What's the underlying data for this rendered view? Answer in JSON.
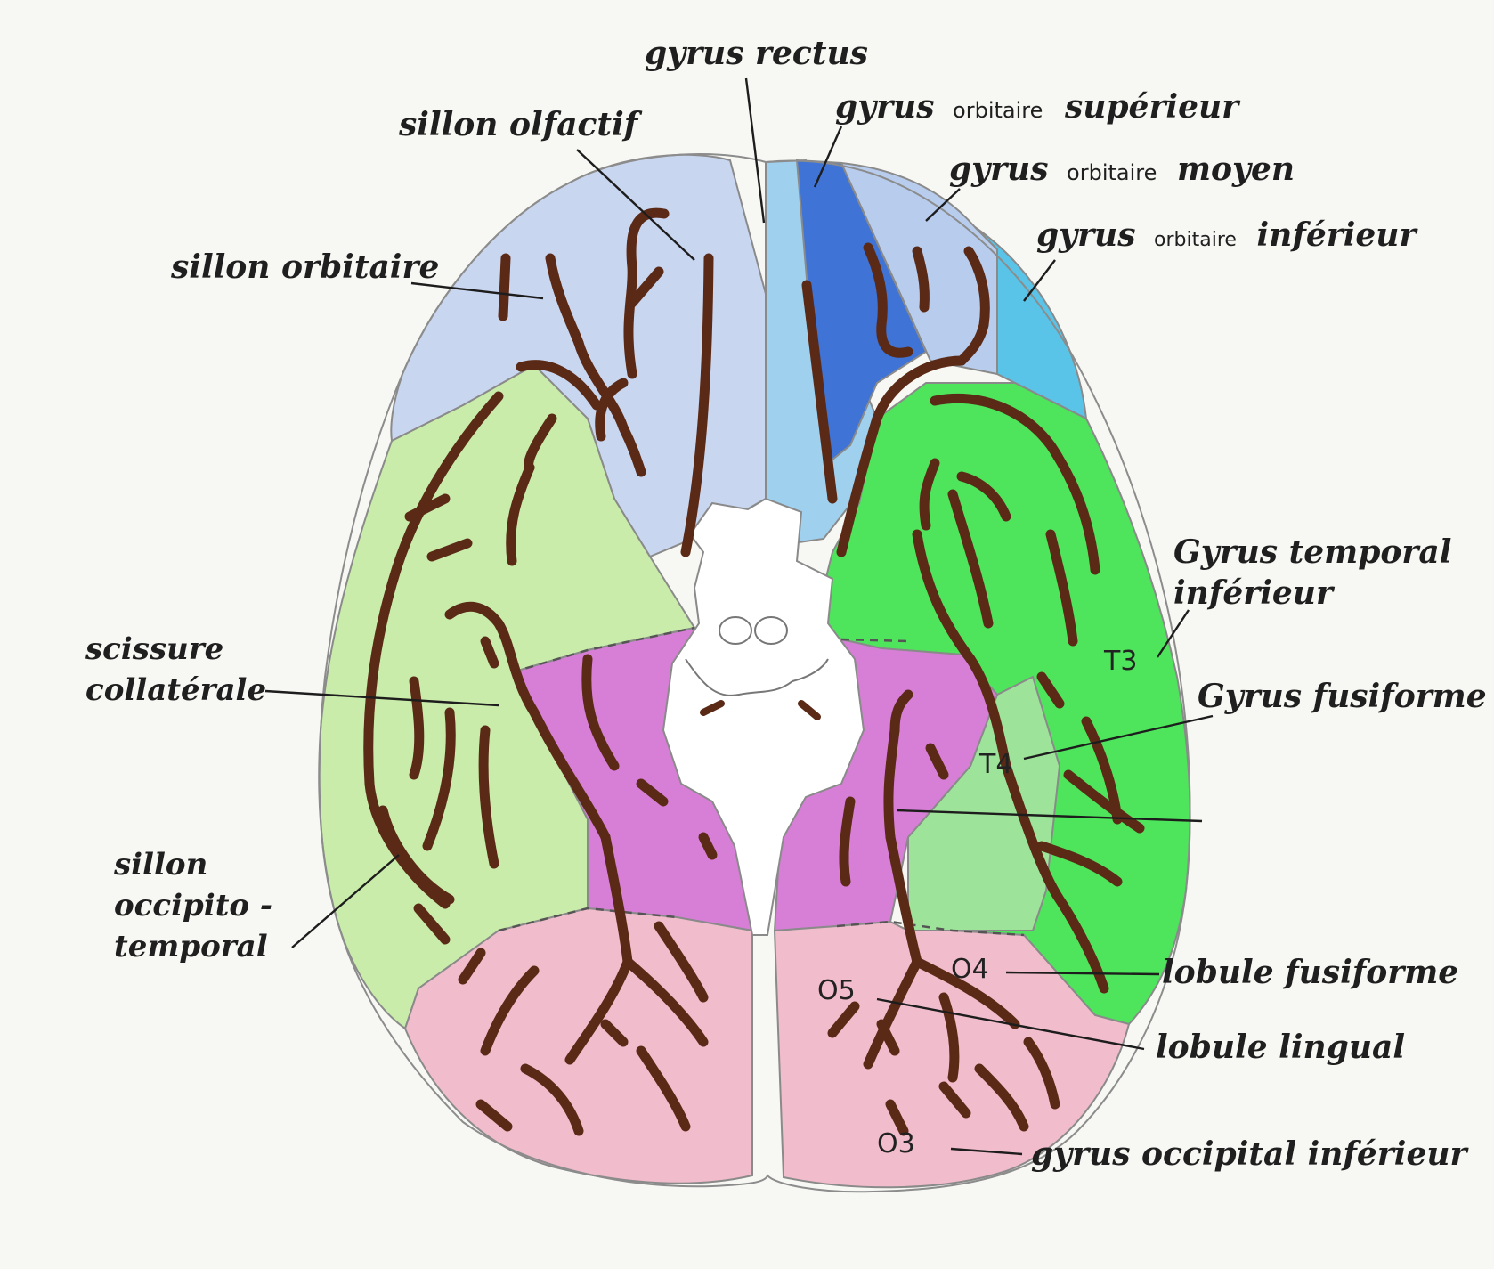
{
  "labels": {
    "gyrus_rectus": "gyrus rectus",
    "sillon_olfactif": "sillon olfactif",
    "sillon_orbitaire": "sillon orbitaire",
    "gyrus_orb_sup": {
      "a": "gyrus",
      "b": "orbitaire",
      "c": "supérieur"
    },
    "gyrus_orb_moy": {
      "a": "gyrus",
      "b": "orbitaire",
      "c": "moyen"
    },
    "gyrus_orb_inf": {
      "a": "gyrus",
      "b": "orbitaire",
      "c": "inférieur"
    },
    "gyrus_temporal_inf": {
      "line1": "Gyrus temporal",
      "line2": "inférieur"
    },
    "gyrus_fusiforme": "Gyrus fusiforme",
    "scissure_collaterale": {
      "line1": "scissure",
      "line2": "collatérale"
    },
    "sillon_occipito_temporal": {
      "line1": "sillon",
      "line2": "occipito -",
      "line3": "temporal"
    },
    "lobule_fusiforme": "lobule fusiforme",
    "lobule_lingual": "lobule lingual",
    "gyrus_occipital_inf": "gyrus occipital inférieur"
  },
  "marks": {
    "t3": "T3",
    "t4": "T4",
    "o4": "O4",
    "o5": "O5",
    "o3": "O3"
  },
  "colors": {
    "orbital_light": "#c9d6f0",
    "gyrus_rectus_right": "#9fd0ee",
    "orbital_superior": "#3f74d6",
    "orbital_middle": "#b8cdee",
    "orbital_inferior": "#59c4e8",
    "temporal_light_green": "#c9ecaa",
    "temporal_green": "#4ee45c",
    "fusiform_light_green": "#9ee39a",
    "parahippocampal_magenta": "#d77fd6",
    "occipital_pink": "#f1bccb",
    "brainstem": "#ffffff",
    "sulcus": "#5b2a17"
  }
}
